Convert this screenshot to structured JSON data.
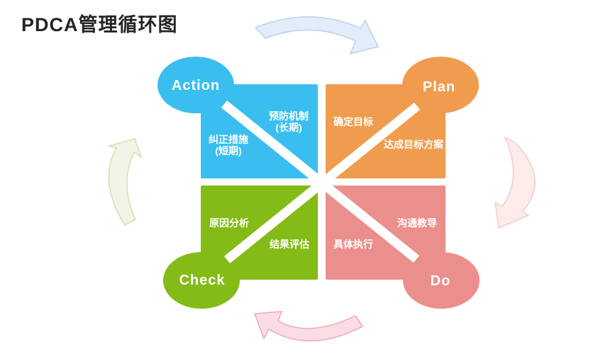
{
  "title": "PDCA管理循环图",
  "title_color": "#242424",
  "text_color": "#ffffff",
  "diagram": {
    "action": {
      "label": "Action",
      "color": "#3abef0",
      "item1_line1": "预防机制",
      "item1_line2": "(长期)",
      "item2_line1": "纠正措施",
      "item2_line2": "(短期)"
    },
    "plan": {
      "label": "Plan",
      "color": "#f09c4e",
      "item1": "确定目标",
      "item2": "达成目标方案"
    },
    "check": {
      "label": "Check",
      "color": "#84bb16",
      "item1": "原因分析",
      "item2": "结果评估"
    },
    "do": {
      "label": "Do",
      "color": "#eb8f8c",
      "item1": "沟通教导",
      "item2": "具体执行"
    }
  },
  "arrows": {
    "top": {
      "name": "clockwise-cycle-arrow-top",
      "fill": "#e3edf9",
      "stroke": "#b9d1ee"
    },
    "right": {
      "name": "clockwise-cycle-arrow-right",
      "fill": "#fcebe8",
      "stroke": "#f0cfc8"
    },
    "bottom": {
      "name": "clockwise-cycle-arrow-bottom",
      "fill": "#fadce2",
      "stroke": "#f0a6b9"
    },
    "left": {
      "name": "clockwise-cycle-arrow-left",
      "fill": "#f0f5e5",
      "stroke": "#cfe0af"
    }
  }
}
